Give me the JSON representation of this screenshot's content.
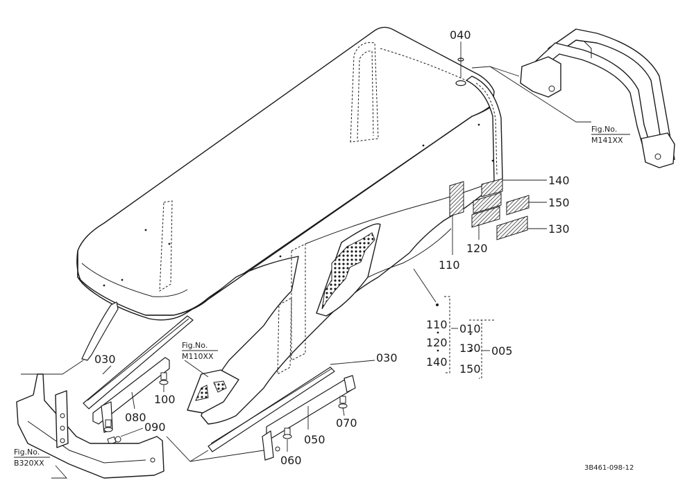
{
  "diagram": {
    "part_labels": {
      "p040": "040",
      "p140": "140",
      "p150": "150",
      "p130": "130",
      "p110": "110",
      "p120": "120",
      "p030_left": "030",
      "p030_right": "030",
      "p100": "100",
      "p080": "080",
      "p090": "090",
      "p070": "070",
      "p050": "050",
      "p060": "060"
    },
    "kit_group": {
      "col1": [
        "110",
        "120",
        "140"
      ],
      "col2": [
        "010",
        "130",
        "150"
      ],
      "assembly": "005"
    },
    "figure_refs": {
      "m141": {
        "line1": "Fig.No.",
        "line2": "M141XX"
      },
      "m110": {
        "line1": "Fig.No.",
        "line2": "M110XX"
      },
      "b320": {
        "line1": "Fig.No.",
        "line2": "B320XX"
      }
    },
    "drawing_number": "3B461-098-12"
  }
}
